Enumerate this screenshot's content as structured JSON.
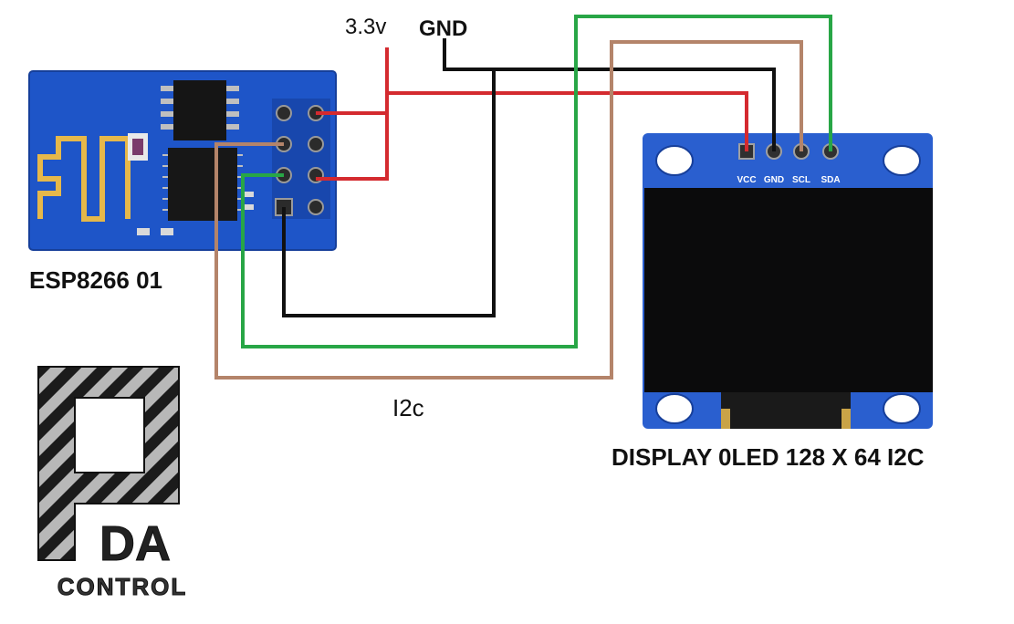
{
  "power": {
    "vcc_label": "3.3v",
    "gnd_label": "GND"
  },
  "esp": {
    "label": "ESP8266  01"
  },
  "bus": {
    "label": "I2c"
  },
  "oled": {
    "label": "DISPLAY 0LED 128 X 64 I2C",
    "pins": [
      "VCC",
      "GND",
      "SCL",
      "SDA"
    ]
  },
  "logo": {
    "letters": "DA",
    "word": "CONTROL"
  },
  "wires": [
    {
      "name": "vcc-wire",
      "color": "#d42a2f"
    },
    {
      "name": "gnd-wire",
      "color": "#111111"
    },
    {
      "name": "scl-wire",
      "color": "#b4846a"
    },
    {
      "name": "sda-wire",
      "color": "#28a646"
    }
  ],
  "colors": {
    "board": "#1e55c8",
    "oled_board": "#2a5fcf",
    "screen": "#0b0b0c"
  }
}
